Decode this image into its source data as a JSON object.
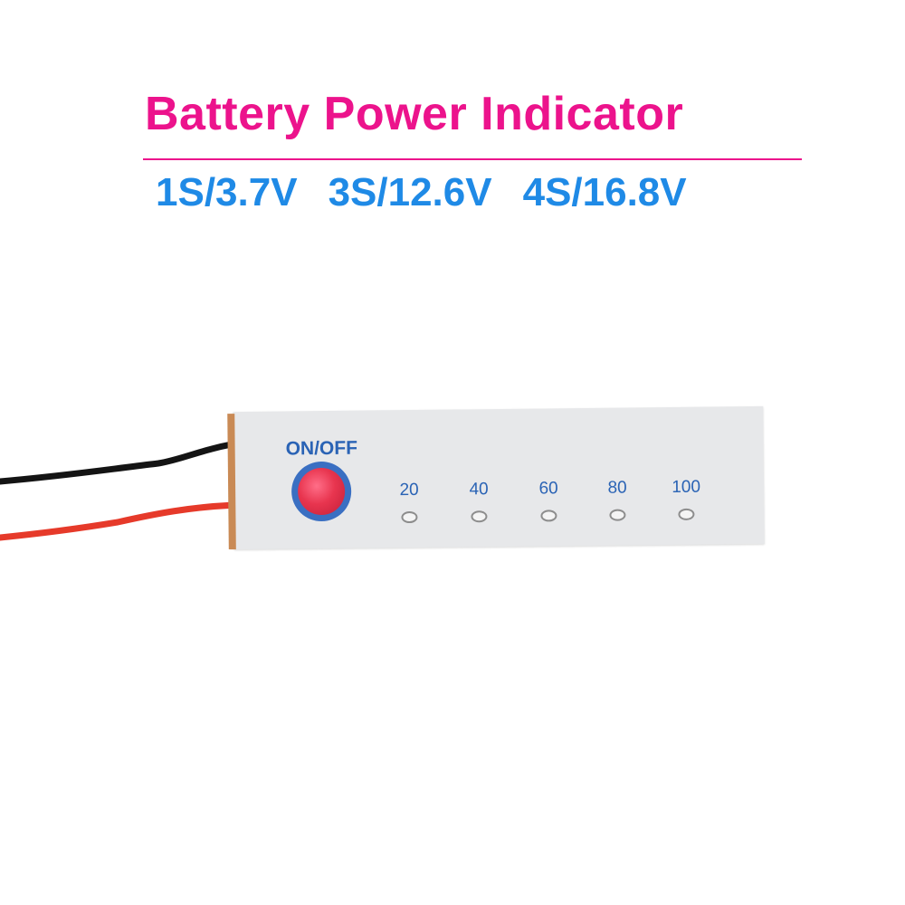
{
  "header": {
    "title": "Battery Power Indicator",
    "specs": [
      "1S/3.7V",
      "3S/12.6V",
      "4S/16.8V"
    ]
  },
  "board": {
    "switch_label": "ON/OFF",
    "levels": [
      "20",
      "40",
      "60",
      "80",
      "100"
    ]
  },
  "colors": {
    "title": "#ec138c",
    "specs": "#1f8ae6",
    "board": "#e7e8ea",
    "button": "#e8354f",
    "print": "#2a63b5",
    "wire_black": "#141414",
    "wire_red": "#e63a2a"
  }
}
